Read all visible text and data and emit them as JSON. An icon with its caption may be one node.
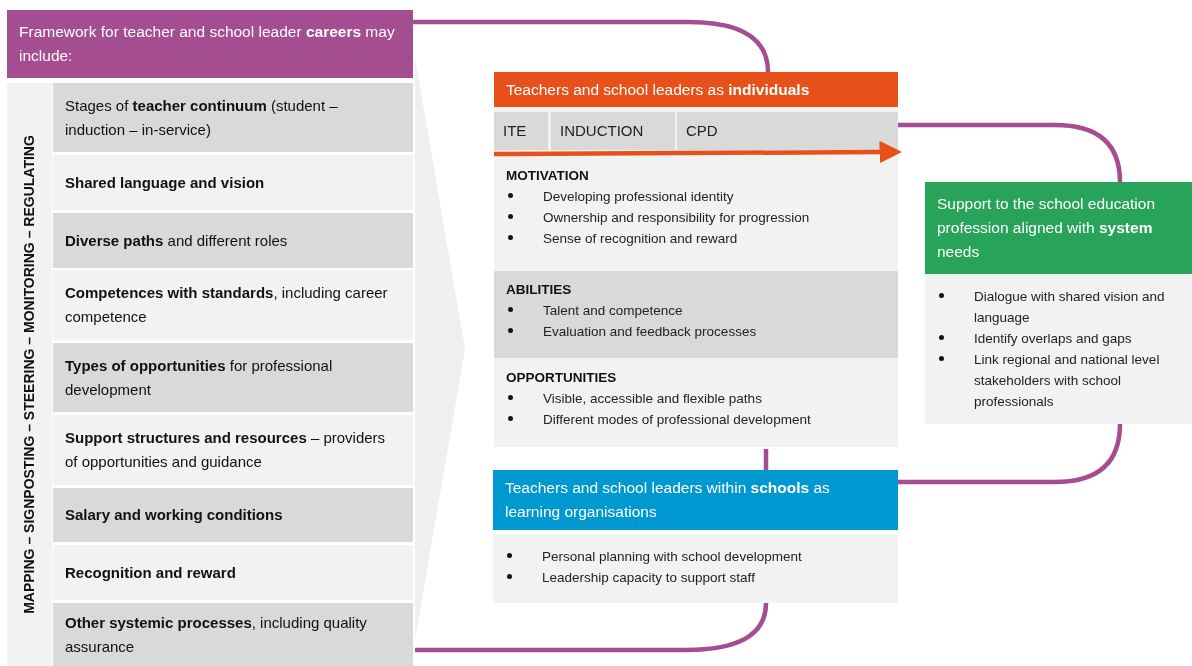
{
  "diagram": {
    "nodes": [
      {
        "text": [
          "Framework for teacher and school leader **careers** may include:"
        ]
      },
      {
        "text": [
          "Stages of **teacher continuum** (student – induction – in-service)"
        ]
      },
      {
        "text": [
          "Shared language and vision"
        ]
      },
      {
        "text": [
          "**Diverse paths** and different roles"
        ]
      },
      {
        "text": [
          "**Competences with standards**, including career competence"
        ]
      },
      {
        "text": [
          "**Types of opportunities** for professional development"
        ]
      },
      {
        "text": [
          "**Support structures and resources** – providers of opportunities and guidance"
        ]
      },
      {
        "text": [
          "Salary and working conditions"
        ]
      },
      {
        "text": [
          "Recognition and reward"
        ]
      },
      {
        "text": [
          "**Other systemic processes**, including quality assurance"
        ]
      },
      {
        "text": [
          "Teachers and school leaders as **individuals**"
        ]
      },
      {
        "text": [
          "ITE"
        ],
        "in": 10
      },
      {
        "text": [
          "INDUCTION"
        ],
        "in": 10
      },
      {
        "text": [
          "CPD"
        ],
        "in": 10
      },
      {
        "text": [
          "MOTIVATION",
          "Developing professional identity",
          "Ownership and responsibility for progression",
          "Sense of recognition and reward"
        ],
        "in": 10
      },
      {
        "text": [
          "ABILITIES",
          "Talent and competence",
          "Evaluation and feedback processes"
        ],
        "in": 10
      },
      {
        "text": [
          "OPPORTUNITIES",
          "Visible, accessible and flexible paths",
          "Different modes of professional development"
        ],
        "in": 10
      },
      {
        "text": [
          "Support to the school education profession aligned with **system** needs",
          "Dialogue with shared vision and language",
          "Identify overlaps and gaps",
          "Link regional and national level stakeholders with school professionals"
        ]
      },
      {
        "text": [
          "Teachers and school leaders within **schools** as learning organisations",
          "Personal planning with school development",
          "Leadership capacity to support staff"
        ]
      },
      {
        "text": [],
        "shape": "chevron"
      }
    ],
    "edges": [
      {
        "from": 0,
        "to": 10,
        "arrow": "none"
      },
      {
        "from": 10,
        "to": 17,
        "arrow": "none"
      },
      {
        "from": 17,
        "to": 18,
        "arrow": "none"
      },
      {
        "from": 10,
        "to": 18,
        "arrow": "none"
      },
      {
        "from": 9,
        "to": 18,
        "arrow": "none"
      },
      {
        "from": 11,
        "to": 13,
        "arrow": "to",
        "color": "#e8501a"
      }
    ],
    "labels": [
      "MAPPING – SIGNPOSTING – STEERING – MONITORING – REGULATING"
    ]
  }
}
